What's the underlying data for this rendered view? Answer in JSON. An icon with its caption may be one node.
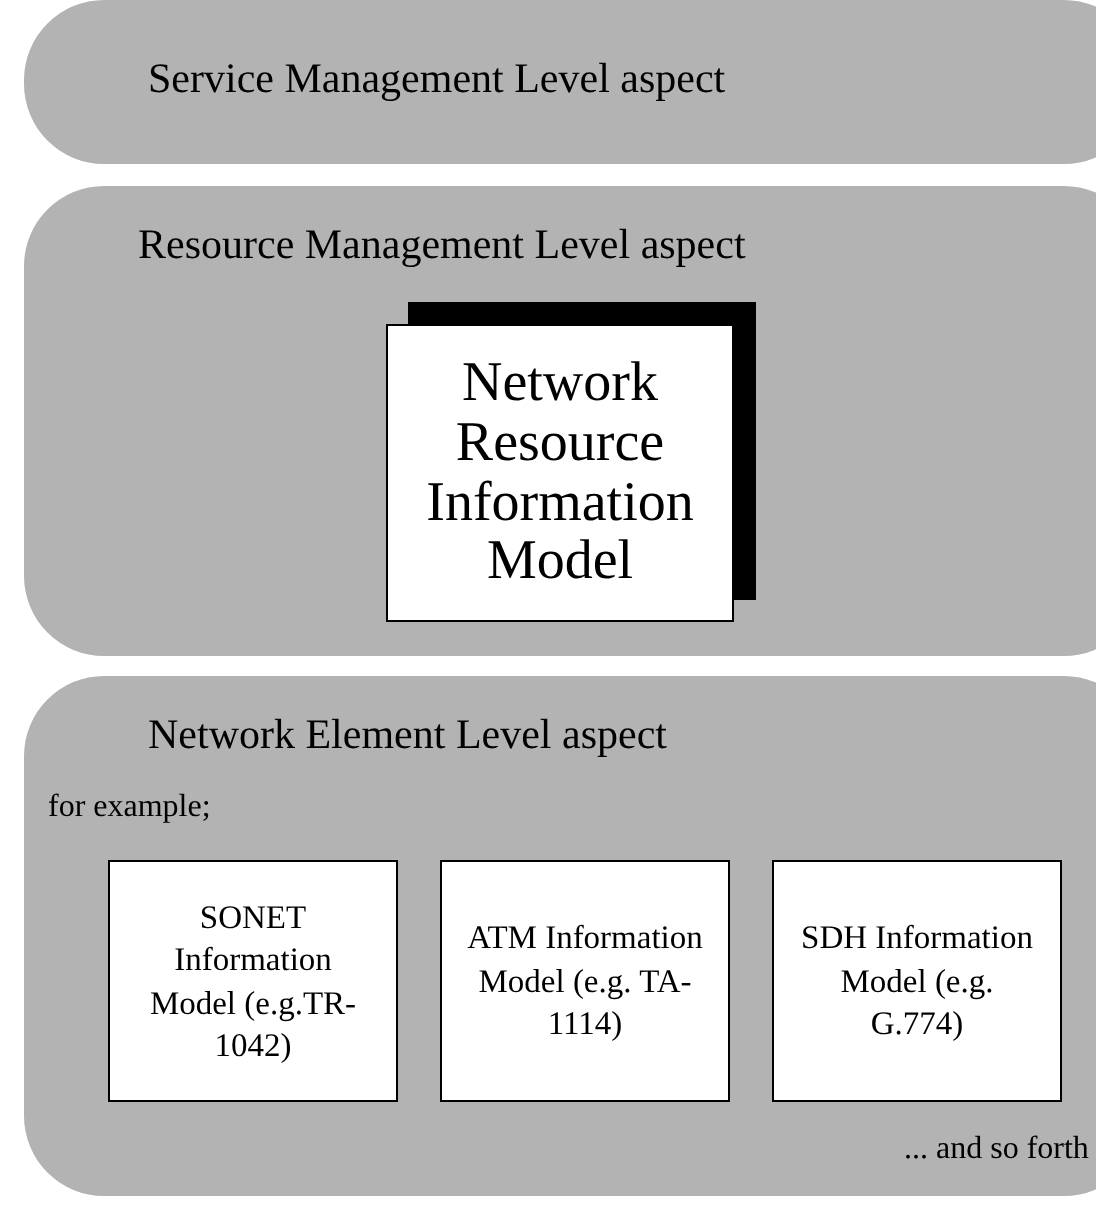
{
  "diagram": {
    "nodes": [
      {
        "text": [
          "Service Management Level aspect"
        ]
      },
      {
        "text": [
          "Resource Management Level aspect"
        ]
      },
      {
        "text": [
          "Network Resource Information Model"
        ],
        "in": 1
      },
      {
        "text": [
          "Network Element Level aspect",
          "for example;",
          "... and so forth"
        ]
      },
      {
        "text": [
          "SONET Information Model (e.g.TR-1042)"
        ],
        "in": 3
      },
      {
        "text": [
          "ATM Information Model (e.g. TA-1114)"
        ],
        "in": 3
      },
      {
        "text": [
          "SDH Information Model (e.g. G.774)"
        ],
        "in": 3
      }
    ]
  }
}
